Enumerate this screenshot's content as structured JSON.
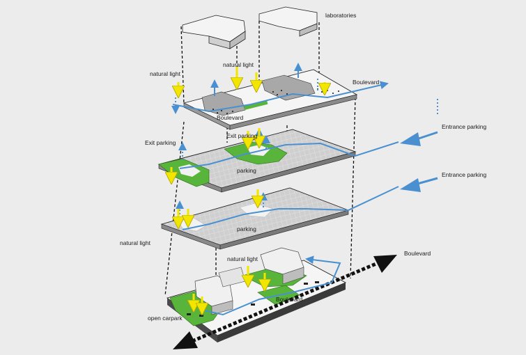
{
  "labels": {
    "laboratories": "laboratories",
    "natural_light_top_left": "natural light",
    "natural_light_top_mid": "natural light",
    "boulevard_top_right": "Boulevard",
    "boulevard_top_mid": "Boulevard",
    "exit_parking_left": "Exit parking",
    "exit_parking_mid": "Exit parking",
    "entrance_parking_1": "Entrance parking",
    "entrance_parking_2": "Entrance parking",
    "parking_upper": "parking",
    "parking_lower": "parking",
    "natural_light_side": "natural light",
    "natural_light_bottom": "natural light",
    "boulevard_bottom_right": "Boulevard",
    "boulevard_bottom_mid": "Boulevard",
    "open_carpark": "open carpark"
  },
  "colors": {
    "background": "#ececec",
    "slab_gray": "#c9c9c9",
    "green": "#58b43a",
    "flow_blue": "#4a90d0",
    "light_yellow": "#f2e600",
    "outline": "#1a1a1a"
  }
}
